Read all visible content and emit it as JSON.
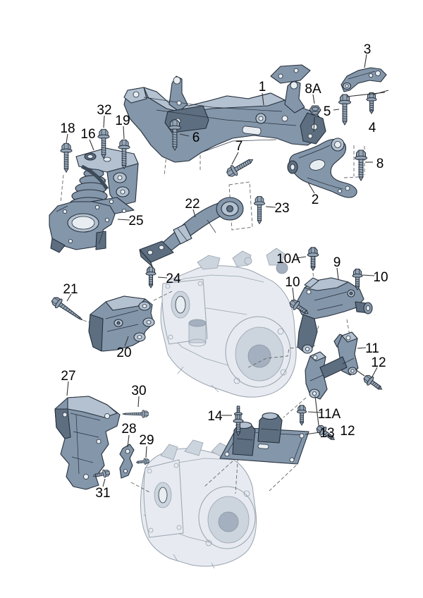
{
  "figure": {
    "kind": "exploded-parts-diagram",
    "subject": "engine and gearbox mountings with subframe, brackets and bolts",
    "background": "#ffffff"
  },
  "colors": {
    "part_fill": "#8496aa",
    "part_light": "#b3c1d0",
    "part_dark": "#5d6e80",
    "outline": "#26303c",
    "machine_fill": "#e7ebf1",
    "machine_line": "#98a2ae",
    "label_text": "#000000",
    "leader_line": "#333333",
    "guide_dash": "#666666"
  },
  "callouts": [
    {
      "id": "1",
      "text": "1"
    },
    {
      "id": "2",
      "text": "2"
    },
    {
      "id": "3",
      "text": "3"
    },
    {
      "id": "4",
      "text": "4"
    },
    {
      "id": "5",
      "text": "5"
    },
    {
      "id": "6",
      "text": "6"
    },
    {
      "id": "7",
      "text": "7"
    },
    {
      "id": "8",
      "text": "8"
    },
    {
      "id": "8A",
      "text": "8A"
    },
    {
      "id": "9",
      "text": "9"
    },
    {
      "id": "10-right",
      "text": "10"
    },
    {
      "id": "10-left",
      "text": "10"
    },
    {
      "id": "10A",
      "text": "10A"
    },
    {
      "id": "11",
      "text": "11"
    },
    {
      "id": "11A",
      "text": "11A"
    },
    {
      "id": "12-upper",
      "text": "12"
    },
    {
      "id": "12-lower",
      "text": "12"
    },
    {
      "id": "13",
      "text": "13"
    },
    {
      "id": "14",
      "text": "14"
    },
    {
      "id": "16",
      "text": "16"
    },
    {
      "id": "18",
      "text": "18"
    },
    {
      "id": "19",
      "text": "19"
    },
    {
      "id": "20",
      "text": "20"
    },
    {
      "id": "21",
      "text": "21"
    },
    {
      "id": "22",
      "text": "22"
    },
    {
      "id": "23",
      "text": "23"
    },
    {
      "id": "24",
      "text": "24"
    },
    {
      "id": "25",
      "text": "25"
    },
    {
      "id": "27",
      "text": "27"
    },
    {
      "id": "28",
      "text": "28"
    },
    {
      "id": "29",
      "text": "29"
    },
    {
      "id": "30",
      "text": "30"
    },
    {
      "id": "31",
      "text": "31"
    },
    {
      "id": "32",
      "text": "32"
    }
  ]
}
